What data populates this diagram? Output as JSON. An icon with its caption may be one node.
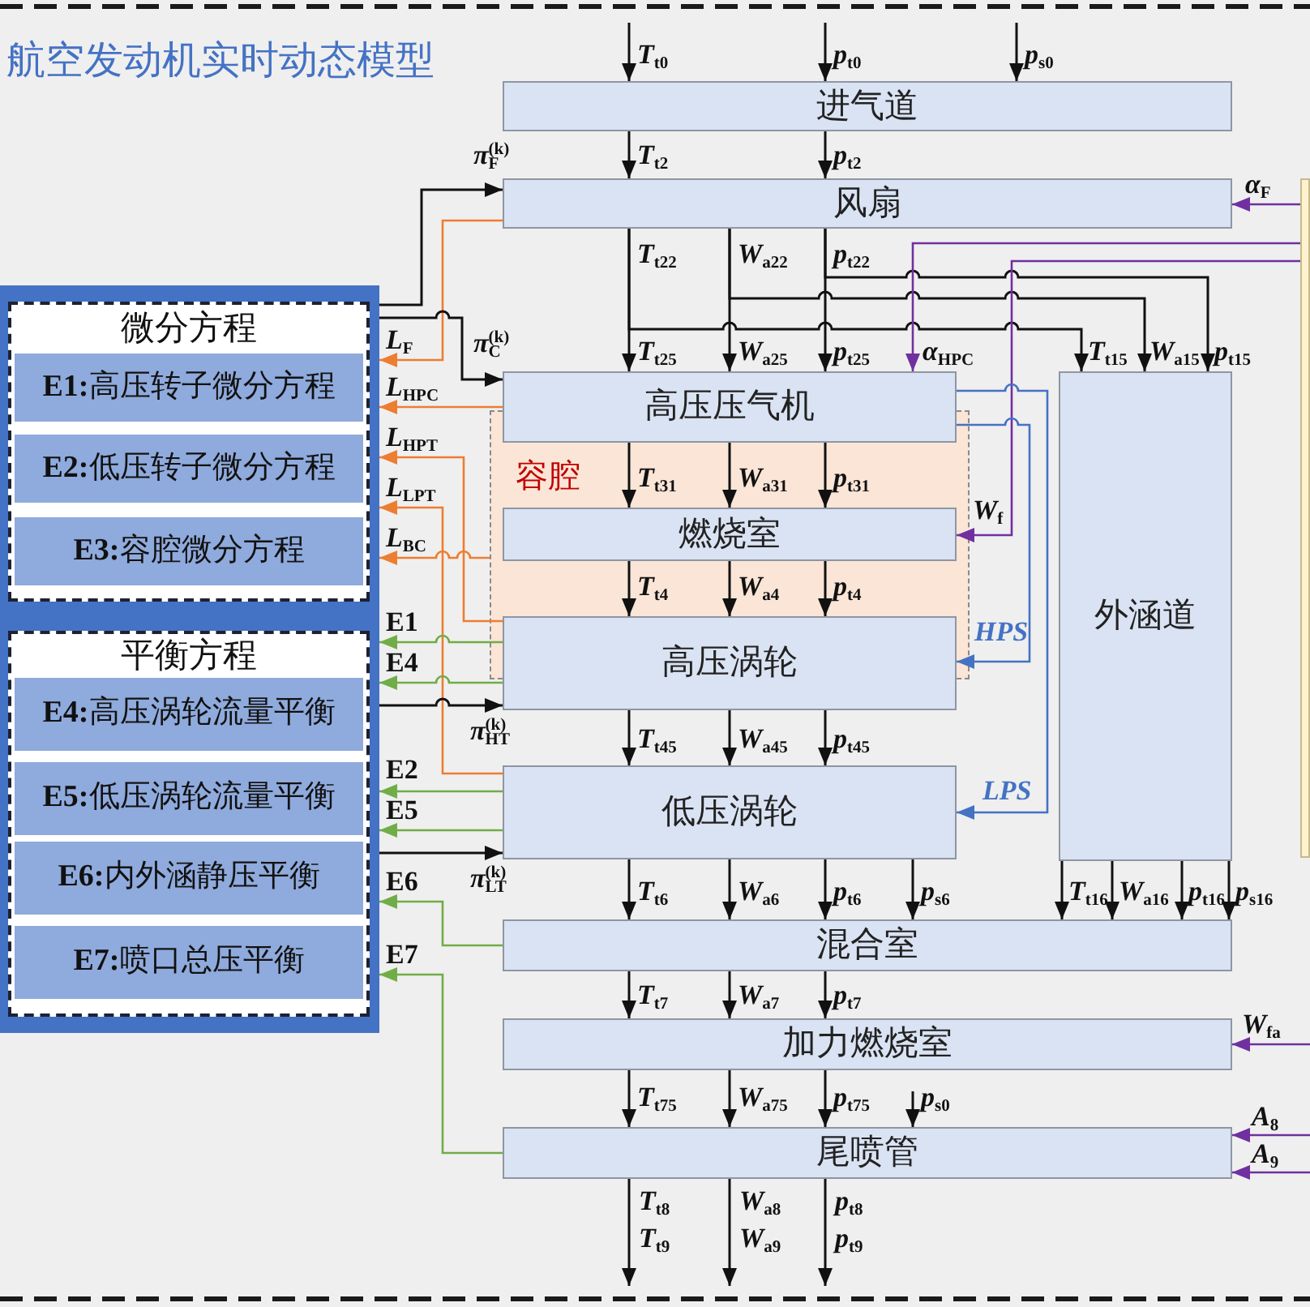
{
  "diagram": {
    "title": "航空发动机实时动态模型",
    "nodes": [
      {
        "text": [],
        "shape": "box"
      },
      {
        "text": [
          "微分方程"
        ],
        "in": 0
      },
      {
        "text": [
          "**E1:**高压转子微分方程"
        ],
        "in": 1
      },
      {
        "text": [
          "**E2:**低压转子微分方程"
        ],
        "in": 1
      },
      {
        "text": [
          "**E3:**容腔微分方程"
        ],
        "in": 1
      },
      {
        "text": [
          "平衡方程"
        ],
        "in": 0
      },
      {
        "text": [
          "**E4:**高压涡轮流量平衡"
        ],
        "in": 5
      },
      {
        "text": [
          "**E5:**低压涡轮流量平衡"
        ],
        "in": 5
      },
      {
        "text": [
          "**E6:**内外涵静压平衡"
        ],
        "in": 5
      },
      {
        "text": [
          "**E7:**喷口总压平衡"
        ],
        "in": 5
      },
      {
        "text": [
          "进气道"
        ]
      },
      {
        "text": [
          "风扇"
        ]
      },
      {
        "text": [
          "高压压气机"
        ]
      },
      {
        "text": [
          "容腔"
        ]
      },
      {
        "text": [
          "燃烧室"
        ],
        "in": 13
      },
      {
        "text": [
          "高压涡轮"
        ]
      },
      {
        "text": [
          "低压涡轮"
        ]
      },
      {
        "text": [
          "外涵道"
        ]
      },
      {
        "text": [
          "混合室"
        ]
      },
      {
        "text": [
          "加力燃烧室"
        ]
      },
      {
        "text": [
          "尾喷管"
        ]
      },
      {
        "text": [],
        "shape": "box"
      }
    ],
    "edges": [
      {
        "from": null,
        "to": 10,
        "arrow": "to",
        "label": "*T*$_{t0}$"
      },
      {
        "from": null,
        "to": 10,
        "arrow": "to",
        "label": "*p*$_{t0}$"
      },
      {
        "from": null,
        "to": 10,
        "arrow": "to",
        "label": "*p*$_{s0}$"
      },
      {
        "from": 10,
        "to": 11,
        "arrow": "to",
        "label": "*T*$_{t2}$"
      },
      {
        "from": 10,
        "to": 11,
        "arrow": "to",
        "label": "*p*$_{t2}$"
      },
      {
        "from": 21,
        "to": 11,
        "arrow": "to",
        "label": "*α*$_{F}$",
        "color": "#7030a0"
      },
      {
        "from": 0,
        "to": 11,
        "arrow": "to",
        "label": "*π*$^{(k)}$$_{F}$"
      },
      {
        "from": 11,
        "to": 0,
        "arrow": "to",
        "label": "*L*$_{F}$",
        "color": "#ed7d31"
      },
      {
        "from": 11,
        "to": 12,
        "arrow": "to",
        "label": "*T*$_{t25}$"
      },
      {
        "from": 11,
        "to": 17,
        "arrow": "to",
        "label": "*T*$_{t15}$"
      },
      {
        "from": 11,
        "to": 12,
        "arrow": "to",
        "label": "*W*$_{a25}$"
      },
      {
        "from": 11,
        "to": 17,
        "arrow": "to",
        "label": "*W*$_{a15}$"
      },
      {
        "from": 11,
        "to": 12,
        "arrow": "to",
        "label": "*p*$_{t25}$"
      },
      {
        "from": 11,
        "to": 17,
        "arrow": "to",
        "label": "*p*$_{t15}$"
      },
      {
        "from": 21,
        "to": 12,
        "arrow": "to",
        "label": "*α*$_{HPC}$",
        "color": "#7030a0"
      },
      {
        "from": 21,
        "to": 14,
        "arrow": "to",
        "label": "*W*$_{f}$",
        "color": "#7030a0"
      },
      {
        "from": 0,
        "to": 12,
        "arrow": "to",
        "label": "*π*$^{(k)}$$_{C}$"
      },
      {
        "from": 12,
        "to": 0,
        "arrow": "to",
        "label": "*L*$_{HPC}$",
        "color": "#ed7d31"
      },
      {
        "from": 12,
        "to": 15,
        "arrow": "to",
        "label": "HPS",
        "color": "#4472c4"
      },
      {
        "from": 12,
        "to": 16,
        "arrow": "to",
        "label": "LPS",
        "color": "#4472c4"
      },
      {
        "from": 12,
        "to": 14,
        "arrow": "to",
        "label": "*T*$_{t31}$"
      },
      {
        "from": 12,
        "to": 14,
        "arrow": "to",
        "label": "*W*$_{a31}$"
      },
      {
        "from": 12,
        "to": 14,
        "arrow": "to",
        "label": "*p*$_{t31}$"
      },
      {
        "from": 14,
        "to": 15,
        "arrow": "to",
        "label": "*T*$_{t4}$"
      },
      {
        "from": 14,
        "to": 15,
        "arrow": "to",
        "label": "*W*$_{a4}$"
      },
      {
        "from": 14,
        "to": 15,
        "arrow": "to",
        "label": "*p*$_{t4}$"
      },
      {
        "from": 15,
        "to": 0,
        "arrow": "to",
        "label": "*L*$_{HPT}$",
        "color": "#ed7d31"
      },
      {
        "from": 13,
        "to": 0,
        "arrow": "to",
        "label": "*L*$_{BC}$",
        "color": "#ed7d31"
      },
      {
        "from": 16,
        "to": 0,
        "arrow": "to",
        "label": "*L*$_{LPT}$",
        "color": "#ed7d31"
      },
      {
        "from": 15,
        "to": 0,
        "arrow": "to",
        "label": "E1",
        "color": "#70ad47"
      },
      {
        "from": 15,
        "to": 0,
        "arrow": "to",
        "label": "E4",
        "color": "#70ad47"
      },
      {
        "from": 0,
        "to": 15,
        "arrow": "to",
        "label": "*π*$^{(k)}$$_{HT}$"
      },
      {
        "from": 15,
        "to": 16,
        "arrow": "to",
        "label": "*T*$_{t45}$"
      },
      {
        "from": 15,
        "to": 16,
        "arrow": "to",
        "label": "*W*$_{a45}$"
      },
      {
        "from": 15,
        "to": 16,
        "arrow": "to",
        "label": "*p*$_{t45}$"
      },
      {
        "from": 16,
        "to": 0,
        "arrow": "to",
        "label": "E2",
        "color": "#70ad47"
      },
      {
        "from": 16,
        "to": 0,
        "arrow": "to",
        "label": "E5",
        "color": "#70ad47"
      },
      {
        "from": 0,
        "to": 16,
        "arrow": "to",
        "label": "*π*$^{(k)}$$_{LT}$"
      },
      {
        "from": 16,
        "to": 18,
        "arrow": "to",
        "label": "*T*$_{t6}$"
      },
      {
        "from": 16,
        "to": 18,
        "arrow": "to",
        "label": "*W*$_{a6}$"
      },
      {
        "from": 16,
        "to": 18,
        "arrow": "to",
        "label": "*p*$_{t6}$"
      },
      {
        "from": 16,
        "to": 18,
        "arrow": "to",
        "label": "*p*$_{s6}$"
      },
      {
        "from": 17,
        "to": 18,
        "arrow": "to",
        "label": "*T*$_{t16}$"
      },
      {
        "from": 17,
        "to": 18,
        "arrow": "to",
        "label": "*W*$_{a16}$"
      },
      {
        "from": 17,
        "to": 18,
        "arrow": "to",
        "label": "*p*$_{t16}$"
      },
      {
        "from": 17,
        "to": 18,
        "arrow": "to",
        "label": "*p*$_{s16}$"
      },
      {
        "from": 18,
        "to": 0,
        "arrow": "to",
        "label": "E6",
        "color": "#70ad47"
      },
      {
        "from": 18,
        "to": 19,
        "arrow": "to",
        "label": "*T*$_{t7}$"
      },
      {
        "from": 18,
        "to": 19,
        "arrow": "to",
        "label": "*W*$_{a7}$"
      },
      {
        "from": 18,
        "to": 19,
        "arrow": "to",
        "label": "*p*$_{t7}$"
      },
      {
        "from": null,
        "to": 19,
        "arrow": "to",
        "label": "*W*$_{fa}$",
        "color": "#7030a0"
      },
      {
        "from": 20,
        "to": 0,
        "arrow": "to",
        "label": "E7",
        "color": "#70ad47"
      },
      {
        "from": 19,
        "to": 20,
        "arrow": "to",
        "label": "*T*$_{t75}$"
      },
      {
        "from": 19,
        "to": 20,
        "arrow": "to",
        "label": "*W*$_{a75}$"
      },
      {
        "from": 19,
        "to": 20,
        "arrow": "to",
        "label": "*p*$_{t75}$"
      },
      {
        "from": null,
        "to": 20,
        "arrow": "to",
        "label": "*p*$_{s0}$"
      },
      {
        "from": null,
        "to": 20,
        "arrow": "to",
        "label": "*A*$_{8}$",
        "color": "#7030a0"
      },
      {
        "from": null,
        "to": 20,
        "arrow": "to",
        "label": "*A*$_{9}$",
        "color": "#7030a0"
      },
      {
        "from": 20,
        "to": null,
        "arrow": "to",
        "label": "*T*$_{t8}$"
      },
      {
        "from": 20,
        "to": null,
        "arrow": "to",
        "label": "*W*$_{a8}$"
      },
      {
        "from": 20,
        "to": null,
        "arrow": "to",
        "label": "*p*$_{t8}$"
      }
    ],
    "labels": [
      "*T*$_{t22}$",
      "*W*$_{a22}$",
      "*p*$_{t22}$",
      "*T*$_{t9}$",
      "*W*$_{a9}$",
      "*p*$_{t9}$"
    ]
  }
}
